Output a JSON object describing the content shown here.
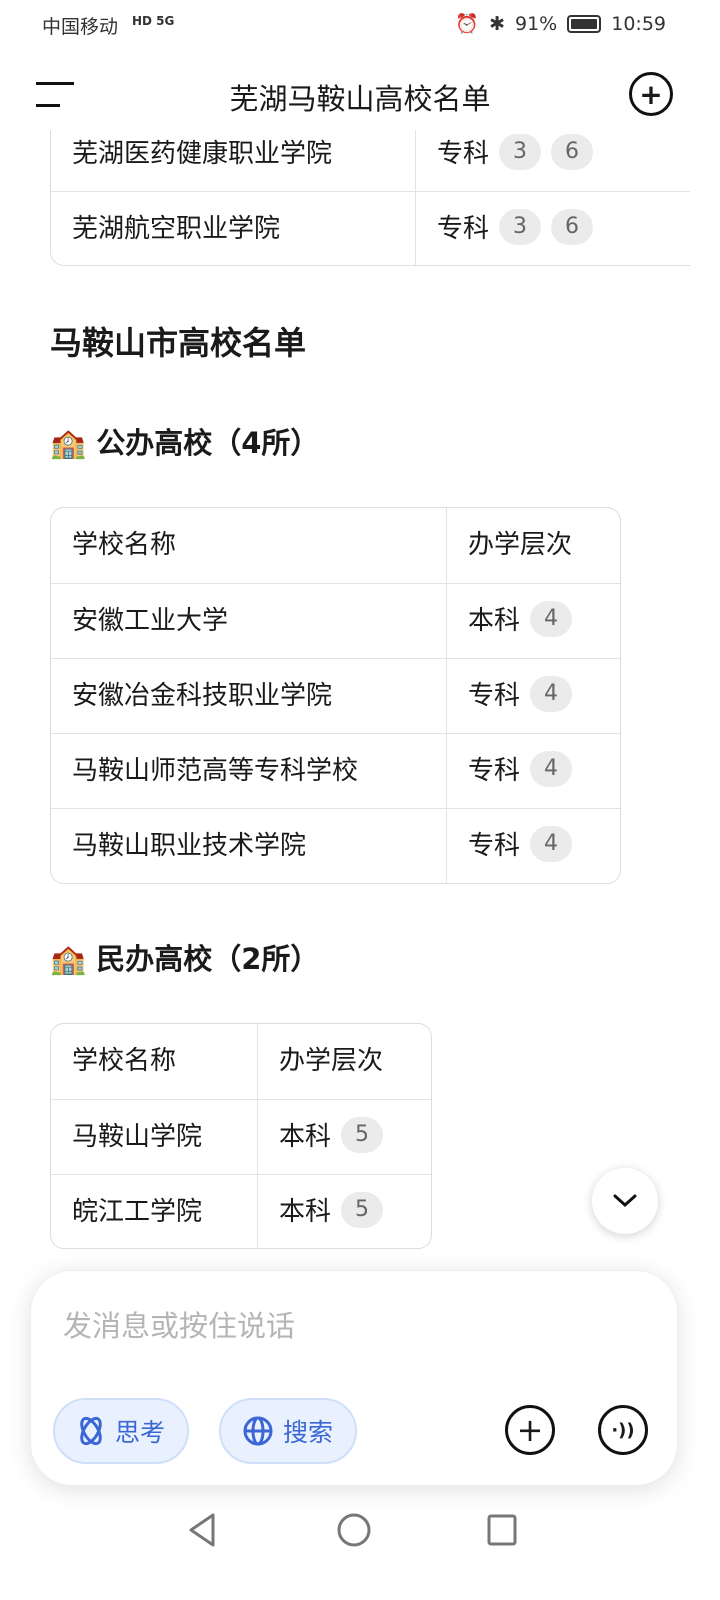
{
  "status": {
    "carrier": "中国移动",
    "indicators": "HD 5G",
    "battery": "91%",
    "time": "10:59"
  },
  "header": {
    "title": "芜湖马鞍山高校名单"
  },
  "wuhu_table": {
    "rows": [
      {
        "name": "芜湖医药健康职业学院",
        "level": "专科",
        "badges": [
          "3",
          "6"
        ]
      },
      {
        "name": "芜湖航空职业学院",
        "level": "专科",
        "badges": [
          "3",
          "6"
        ]
      }
    ]
  },
  "section_title": "马鞍山市高校名单",
  "public": {
    "heading": "公办高校（4所）",
    "emoji": "🏫",
    "header": [
      "学校名称",
      "办学层次"
    ],
    "rows": [
      {
        "name": "安徽工业大学",
        "level": "本科",
        "badges": [
          "4"
        ]
      },
      {
        "name": "安徽冶金科技职业学院",
        "level": "专科",
        "badges": [
          "4"
        ]
      },
      {
        "name": "马鞍山师范高等专科学校",
        "level": "专科",
        "badges": [
          "4"
        ]
      },
      {
        "name": "马鞍山职业技术学院",
        "level": "专科",
        "badges": [
          "4"
        ]
      }
    ]
  },
  "private": {
    "heading": "民办高校（2所）",
    "emoji": "🏫",
    "header": [
      "学校名称",
      "办学层次"
    ],
    "rows": [
      {
        "name": "马鞍山学院",
        "level": "本科",
        "badges": [
          "5"
        ]
      },
      {
        "name": "皖江工学院",
        "level": "本科",
        "badges": [
          "5"
        ]
      }
    ]
  },
  "composer": {
    "placeholder": "发消息或按住说话",
    "think": "思考",
    "search": "搜索"
  },
  "colors": {
    "accent": "#3b66d6",
    "pill_bg": "#e9f1fe"
  }
}
